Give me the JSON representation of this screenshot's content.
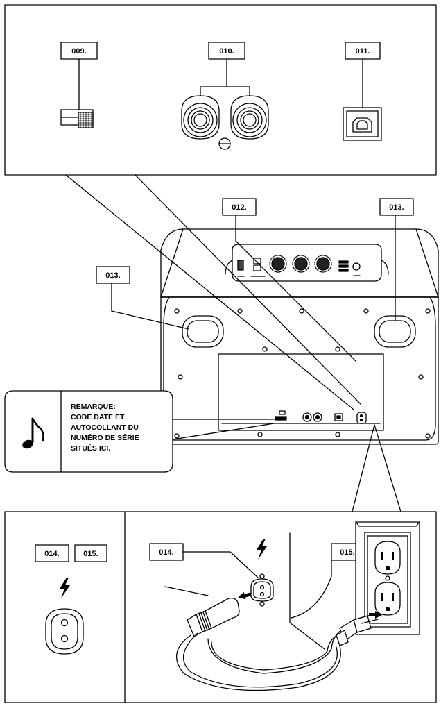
{
  "callouts": {
    "c009": "009.",
    "c010": "010.",
    "c011": "011.",
    "c012": "012.",
    "c013_right": "013.",
    "c013_left": "013.",
    "c014_left": "014.",
    "c015_left": "015.",
    "c014_right": "014.",
    "c015_right": "015."
  },
  "note": {
    "line1": "REMARQUE:",
    "line2": "CODE DATE ET",
    "line3": "AUTOCOLLANT DU",
    "line4": "NUMÉRO DE SÉRIE",
    "line5": "SITUÉS ICI."
  },
  "icons": {
    "note": "music-note-icon",
    "power": "lightning-bolt-icon"
  }
}
